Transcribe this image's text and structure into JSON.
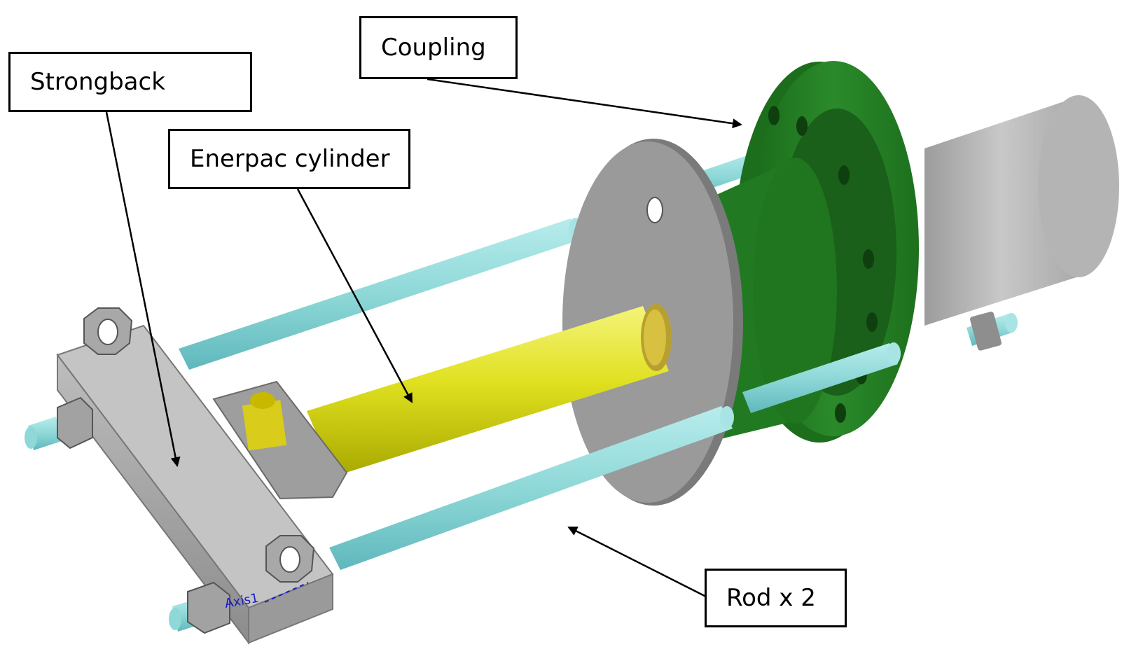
{
  "labels": {
    "strongback": "Strongback",
    "coupling": "Coupling",
    "enerpac": "Enerpac cylinder",
    "rod": "Rod x 2"
  },
  "annotation": "Axis1",
  "colors": {
    "rod": "#8fd8d8",
    "coupling": "#1f7a1f",
    "cylinder": "#e0e020",
    "strongback": "#a8a8a8",
    "plate": "#9a9a9a",
    "shaft": "#bdbdbd",
    "axis_text": "#1a1acc"
  }
}
